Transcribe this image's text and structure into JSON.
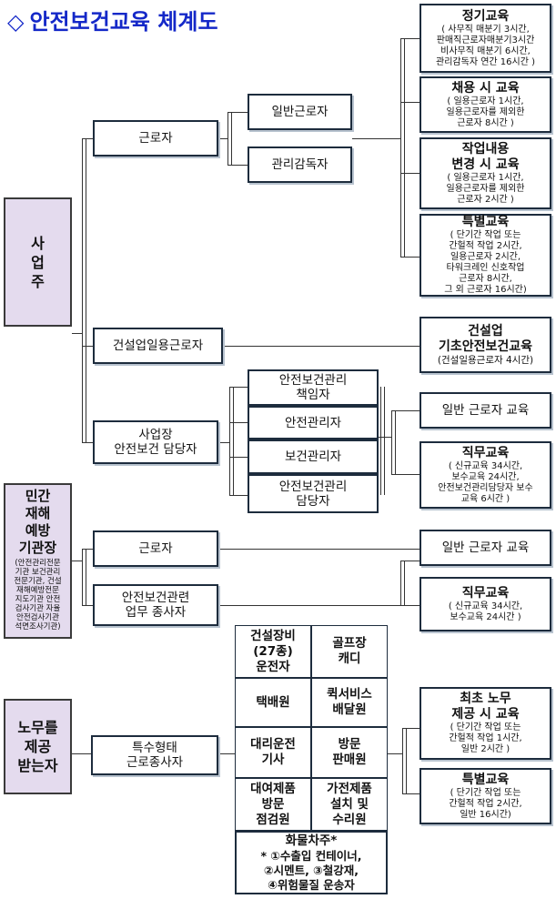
{
  "title": {
    "marker": "◇",
    "text": "안전보건교육 체계도"
  },
  "employer": {
    "name": [
      "사",
      "업",
      "주"
    ],
    "workers": "근로자",
    "general_worker": "일반근로자",
    "supervisor": "관리감독자",
    "construction_daily": "건설업일용근로자",
    "site_manager": [
      "사업장",
      "안전보건 담당자"
    ],
    "roles": [
      [
        "안전보건관리",
        "책임자"
      ],
      [
        "안전관리자"
      ],
      [
        "보건관리자"
      ],
      [
        "안전보건관리",
        "담당자"
      ]
    ]
  },
  "edu": {
    "regular": {
      "title": "정기교육",
      "lines": [
        "( 사무직 매분기 3시간,",
        "판매직근로자매분기3시간",
        "비사무직 매분기 6시간,",
        "관리감독자 연간 16시간 )"
      ]
    },
    "hiring": {
      "title": "채용 시 교육",
      "lines": [
        "( 일용근로자 1시간,",
        "일용근로자를 제외한",
        "근로자 8시간 )"
      ]
    },
    "change": {
      "title": [
        "작업내용",
        "변경 시 교육"
      ],
      "lines": [
        "( 일용근로자 1시간,",
        "일용근로자를 제외한",
        "근로자 2시간 )"
      ]
    },
    "special": {
      "title": "특별교육",
      "lines": [
        "( 단기간 작업 또는",
        "간헐적 작업 2시간,",
        "일용근로자 2시간,",
        "타워크레인 신호작업",
        "근로자 8시간,",
        "그 외 근로자 16시간)"
      ]
    },
    "construction_basic": {
      "title": [
        "건설업",
        "기초안전보건교육"
      ],
      "lines": [
        "(건설일용근로자 4시간)"
      ]
    },
    "general_worker_edu": "일반 근로자 교육",
    "duty": {
      "title": "직무교육",
      "lines": [
        "( 신규교육 34시간,",
        "보수교육 24시간,",
        "안전보건관리담당자 보수",
        "교육 6시간 )"
      ]
    }
  },
  "agency": {
    "name": [
      "민간",
      "재해",
      "예방",
      "기관장"
    ],
    "note": [
      "(안전관리전문",
      "기관 보건관리",
      "전문기관, 건설",
      "재해예방전문",
      "지도기관 안전",
      "검사기관 자율",
      "안전검사기관",
      "석면조사기관)"
    ],
    "workers": "근로자",
    "staff": [
      "안전보건관련",
      "업무 종사자"
    ],
    "general_worker_edu": "일반 근로자 교육",
    "duty": {
      "title": "직무교육",
      "lines": [
        "( 신규교육 34시간,",
        "보수교육 24시간 )"
      ]
    }
  },
  "labor": {
    "name": [
      "노무를",
      "제공",
      "받는자"
    ],
    "special_workers": [
      "특수형태",
      "근로종사자"
    ],
    "types": [
      [
        "건설장비",
        "(27종)",
        "운전자"
      ],
      [
        "골프장",
        "캐디"
      ],
      [
        "택배원"
      ],
      [
        "퀵서비스",
        "배달원"
      ],
      [
        "대리운전",
        "기사"
      ],
      [
        "방문",
        "판매원"
      ],
      [
        "대여제품",
        "방문",
        "점검원"
      ],
      [
        "가전제품",
        "설치 및",
        "수리원"
      ]
    ],
    "cargo": {
      "title": "화물차주*",
      "lines": [
        "* ①수출입 컨테이너,",
        "②시멘트, ③철강재,",
        "④위험물질 운송자"
      ]
    },
    "first_edu": {
      "title": [
        "최초 노무",
        "제공 시 교육"
      ],
      "lines": [
        "( 단기간 작업 또는",
        "간헐적 작업 1시간,",
        "일반 2시간 )"
      ]
    },
    "special_edu": {
      "title": "특별교육",
      "lines": [
        "( 단기간 작업 또는",
        "간헐적 작업 2시간,",
        "일반 16시간)"
      ]
    }
  }
}
